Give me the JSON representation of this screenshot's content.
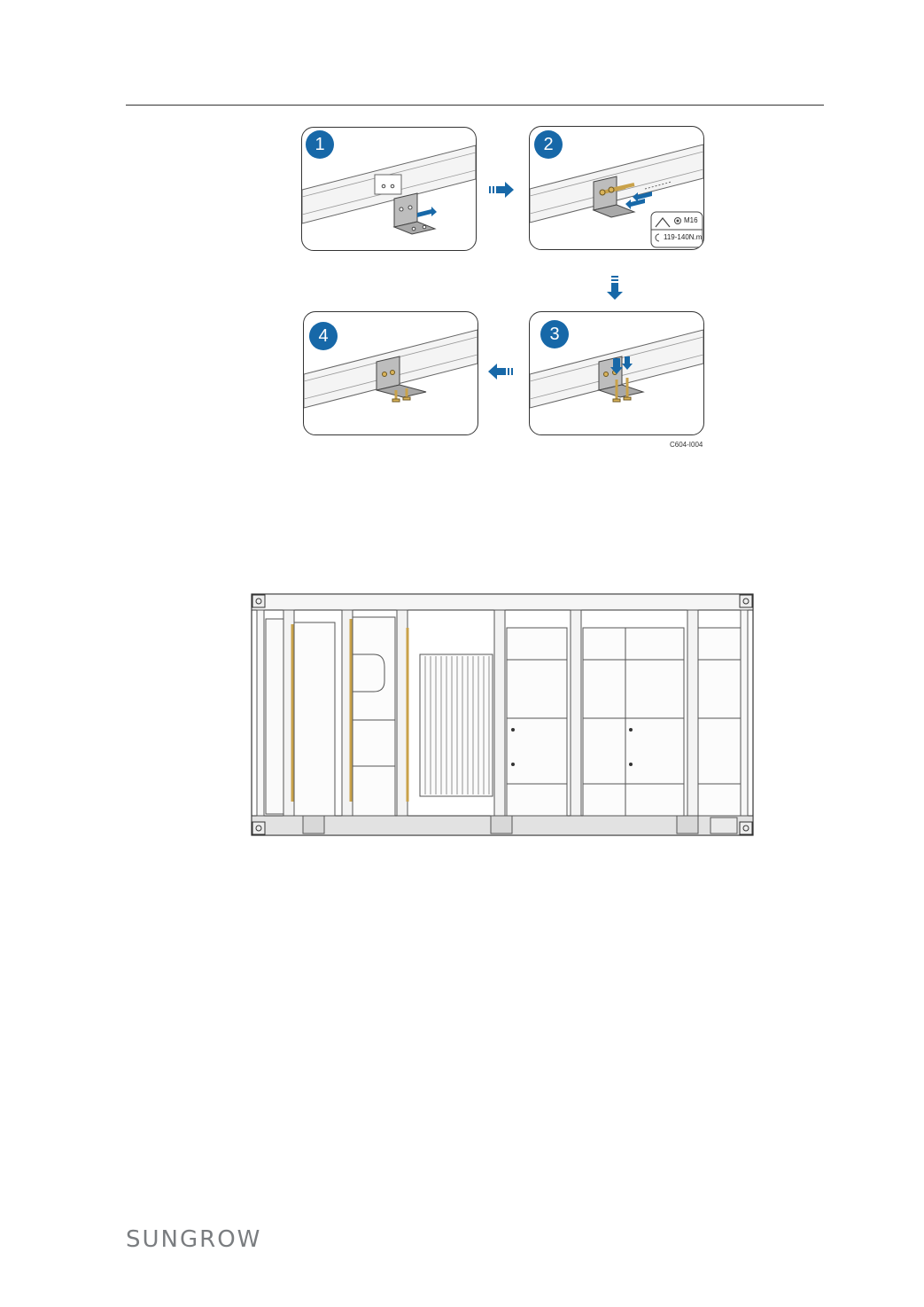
{
  "figure1": {
    "steps": [
      "1",
      "2",
      "3",
      "4"
    ],
    "bolt_size": "M16",
    "torque": "119-140N.m",
    "figure_code": "C604-I004"
  },
  "colors": {
    "step_badge": "#1768a8",
    "arrow": "#1768a8",
    "bolt": "#c9a24a",
    "logo": "#7a7d80"
  },
  "footer": {
    "brand": "SUNGROW"
  }
}
